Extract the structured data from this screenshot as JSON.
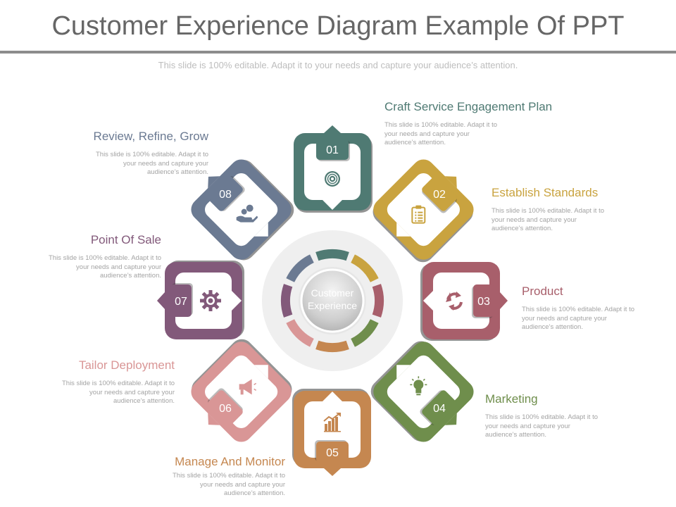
{
  "title": "Customer Experience Diagram Example Of PPT",
  "subtitle": "This slide is 100% editable. Adapt it to your needs and capture your audience’s attention.",
  "center": {
    "line1": "Customer",
    "line2": "Experience"
  },
  "steps": [
    {
      "num": "01",
      "label": "Craft Service Engagement Plan",
      "desc": [
        "This slide is 100% editable.  Adapt it to",
        "your needs and capture your",
        "audience’s attention."
      ],
      "color": "#4f7a73",
      "icon": "target-icon"
    },
    {
      "num": "02",
      "label": "Establish Standards",
      "desc": [
        "This slide is 100% editable.  Adapt it to",
        "your needs and capture your",
        "audience’s attention."
      ],
      "color": "#c9a33f",
      "icon": "clipboard-icon"
    },
    {
      "num": "03",
      "label": "Product",
      "desc": [
        "This slide is 100% editable.  Adapt it to",
        "your needs and capture your",
        "audience’s attention."
      ],
      "color": "#a85f6b",
      "icon": "recycle-icon"
    },
    {
      "num": "04",
      "label": "Marketing",
      "desc": [
        "This slide is 100% editable.  Adapt it to",
        "your needs and capture your",
        "audience’s attention."
      ],
      "color": "#6f8e4c",
      "icon": "lightbulb-icon"
    },
    {
      "num": "05",
      "label": "Manage And Monitor",
      "desc": [
        "This slide is 100% editable.  Adapt it to",
        "your needs and capture your",
        "audience’s attention."
      ],
      "color": "#c58750",
      "icon": "growth-chart-icon"
    },
    {
      "num": "06",
      "label": "Tailor Deployment",
      "desc": [
        "This slide is 100% editable.  Adapt it to",
        "your needs and capture your",
        "audience’s attention."
      ],
      "color": "#d99696",
      "icon": "megaphone-icon"
    },
    {
      "num": "07",
      "label": "Point Of Sale",
      "desc": [
        "This slide is 100% editable.  Adapt it to",
        "your needs and capture your",
        "audience’s attention."
      ],
      "color": "#82597a",
      "icon": "gear-icon"
    },
    {
      "num": "08",
      "label": "Review, Refine, Grow",
      "desc": [
        "This slide is 100% editable.  Adapt it to",
        "your needs and capture your",
        "audience’s attention."
      ],
      "color": "#6b7a92",
      "icon": "money-hand-icon"
    }
  ]
}
